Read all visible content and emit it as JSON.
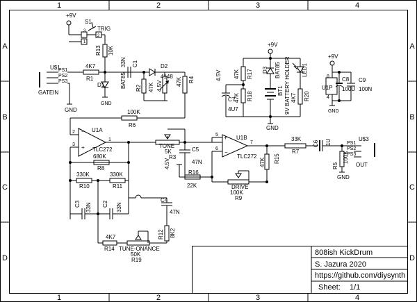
{
  "frame": {
    "columns": [
      "1",
      "2",
      "3",
      "4"
    ],
    "rows": [
      "A",
      "B",
      "C",
      "D"
    ]
  },
  "title_block": {
    "title": "808ish KickDrum",
    "author": "S. Jazura 2020",
    "url": "https://github.com/diysynth",
    "sheet_label": "Sheet:",
    "sheet_value": "1/1"
  },
  "labels": {
    "s1": "S1",
    "trig": "TRIG",
    "sw1": "1",
    "sw2": "2",
    "sw3": "3",
    "vcc": "+9V",
    "r13": "R13",
    "r13v": "10K",
    "c1": "C1",
    "c1v": "33N",
    "d2": "D2",
    "d2v": "4148",
    "u1": "U$1",
    "ps1": "PS1",
    "ps2": "PS2",
    "ps3": "PS3",
    "gatein": "GATEIN",
    "r1v": "4K7",
    "r1": "R1",
    "d1": "D1",
    "d1v": "BAT85",
    "gnd": "GND",
    "r2": "R2",
    "r2v": "47K",
    "v45": "4.5V",
    "r4v": "47K",
    "r4": "R4",
    "r6v": "100K",
    "r6": "R6",
    "c7": "C7",
    "c7v": "4U7",
    "r17v": "47K",
    "r17": "R17",
    "r18v": "47K",
    "r18": "R18",
    "d3": "D3",
    "d3v": "BAT85",
    "bt1": "BT1",
    "bt1v": "9V BATTERY HOLDER",
    "led1": "LED1",
    "r20v": "4K7",
    "r20": "R20",
    "u1p": "U1P",
    "c8": "C8",
    "c8v": "100U",
    "c9": "C9",
    "c9v": "100N",
    "pin8": "8",
    "pin4": "4",
    "u1a": "U1A",
    "u1a_type": "TLC272",
    "tone": "TONE",
    "tonev": "5K",
    "c5": "C5",
    "c5v": "47N",
    "u1b": "U1B",
    "u1b_type": "TLC272",
    "r3": "R3",
    "r16": "R16",
    "r16v": "22K",
    "r8v": "680K",
    "r8": "R8",
    "r10v": "330K",
    "r10": "R10",
    "r11v": "330K",
    "r11": "R11",
    "drive": "DRIVE",
    "drivev": "100K",
    "r9": "R9",
    "r15v": "47K",
    "r15": "R15",
    "r7v": "33K",
    "r7": "R7",
    "c6": "C6",
    "c6v": "1U",
    "r5v": "100K",
    "r5": "R5",
    "u3": "U$3",
    "out": "OUT",
    "c3": "C3",
    "c3v": "33N",
    "c2": "C2",
    "c2v": "33N",
    "c4": "C4",
    "c4v": "47N",
    "r14v": "4K7",
    "r14": "R14",
    "r12": "R12",
    "r12v": "8K2",
    "tuneon": "TUNE-ONANCE",
    "r19v": "50K",
    "r19": "R19",
    "p1": "1",
    "p2": "2",
    "p3": "3",
    "p5": "5",
    "p6": "6",
    "p7": "7"
  }
}
